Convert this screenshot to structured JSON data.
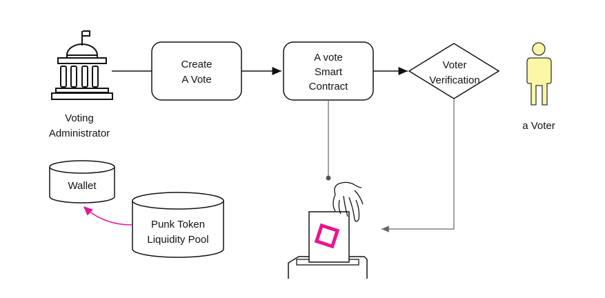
{
  "nodes": {
    "admin": {
      "lines": [
        "Voting",
        "Administrator"
      ],
      "icon": "government-building-icon"
    },
    "create_vote": {
      "lines": [
        "Create",
        "A Vote"
      ]
    },
    "smart_contract": {
      "lines": [
        "A vote",
        "Smart",
        "Contract"
      ]
    },
    "verification": {
      "lines": [
        "Voter",
        "Verification"
      ]
    },
    "voter": {
      "lines": [
        "a Voter"
      ],
      "icon": "person-icon"
    },
    "wallet": {
      "lines": [
        "Wallet"
      ]
    },
    "pool": {
      "lines": [
        "Punk Token",
        "Liquidity Pool"
      ]
    },
    "ballot_box": {
      "icon": "ballot-box-icon"
    }
  },
  "colors": {
    "stroke": "#111111",
    "connector": "#666666",
    "accent": "#e8158f",
    "person_fill": "#fbf7a6"
  }
}
